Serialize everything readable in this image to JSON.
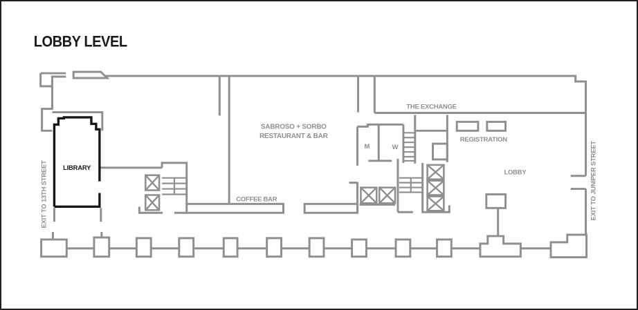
{
  "title": "LOBBY LEVEL",
  "labels": {
    "library": "LIBRARY",
    "restaurant_line1": "SABROSO + SORBO",
    "restaurant_line2": "RESTAURANT & BAR",
    "coffee_bar": "COFFEE BAR",
    "exchange": "THE EXCHANGE",
    "mens_room": "M",
    "womens_room": "W",
    "registration": "REGISTRATION",
    "lobby": "LOBBY",
    "exit_13th": "EXIT TO 13TH STREET",
    "exit_juniper": "EXIT TO JUNIPER STREET"
  },
  "colors": {
    "wall_gray": "#8f8f8f",
    "highlight_black": "#161616",
    "background": "#ffffff",
    "frame_border": "#231f20"
  }
}
